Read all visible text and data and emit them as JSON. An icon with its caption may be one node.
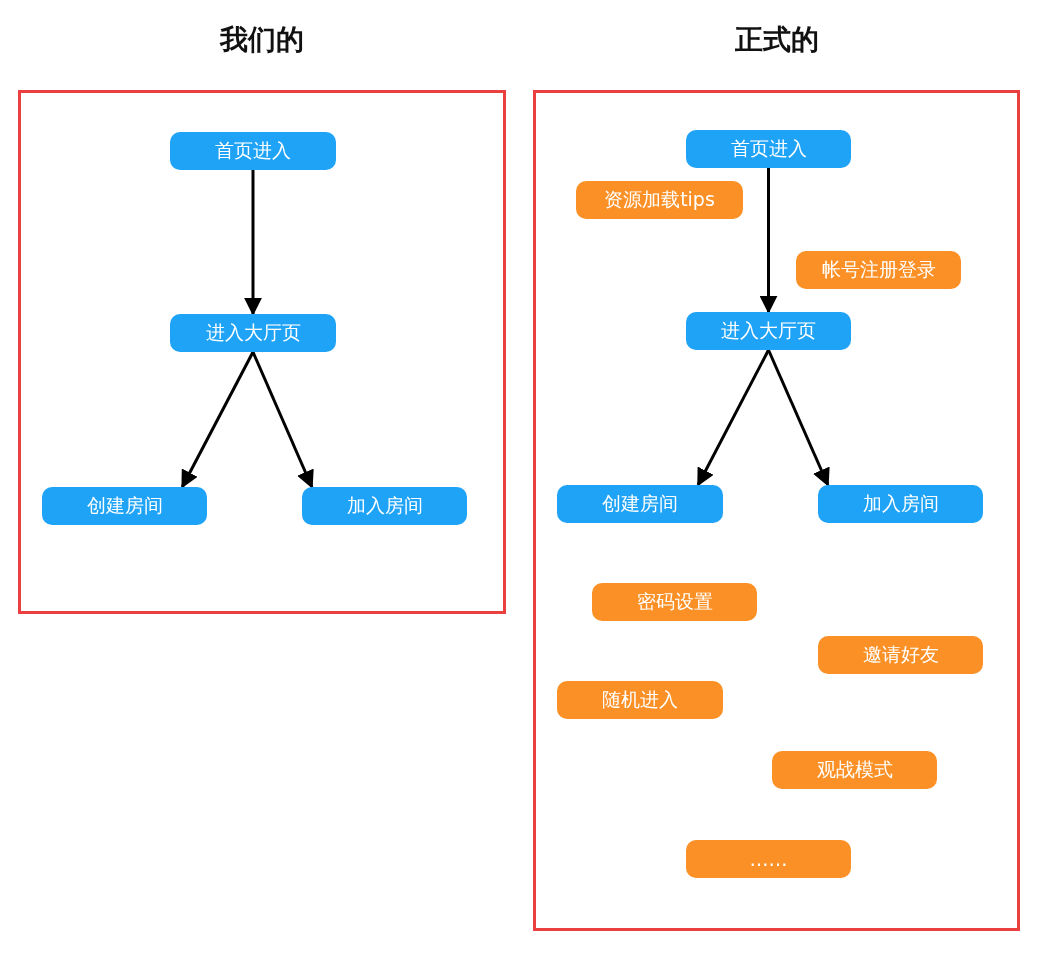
{
  "diagram": {
    "nodes": [
      {
        "text": [
          "我们的"
        ]
      },
      {
        "text": [
          "首页进入"
        ],
        "in": 0
      },
      {
        "text": [
          "进入大厅页"
        ],
        "in": 0
      },
      {
        "text": [
          "创建房间"
        ],
        "in": 0
      },
      {
        "text": [
          "加入房间"
        ],
        "in": 0
      },
      {
        "text": [
          "正式的"
        ]
      },
      {
        "text": [
          "首页进入"
        ],
        "in": 5
      },
      {
        "text": [
          "资源加载tips"
        ],
        "in": 5
      },
      {
        "text": [
          "帐号注册登录"
        ],
        "in": 5
      },
      {
        "text": [
          "进入大厅页"
        ],
        "in": 5
      },
      {
        "text": [
          "创建房间"
        ],
        "in": 5
      },
      {
        "text": [
          "加入房间"
        ],
        "in": 5
      },
      {
        "text": [
          "密码设置"
        ],
        "in": 5
      },
      {
        "text": [
          "邀请好友"
        ],
        "in": 5
      },
      {
        "text": [
          "随机进入"
        ],
        "in": 5
      },
      {
        "text": [
          "观战模式"
        ],
        "in": 5
      },
      {
        "text": [
          "……"
        ],
        "in": 5
      }
    ],
    "edges": [
      {
        "from": 1,
        "to": 2,
        "arrow": "to"
      },
      {
        "from": 2,
        "to": 3,
        "arrow": "to"
      },
      {
        "from": 2,
        "to": 4,
        "arrow": "to"
      },
      {
        "from": 6,
        "to": 9,
        "arrow": "to"
      },
      {
        "from": 9,
        "to": 10,
        "arrow": "to"
      },
      {
        "from": 9,
        "to": 11,
        "arrow": "to"
      }
    ]
  }
}
